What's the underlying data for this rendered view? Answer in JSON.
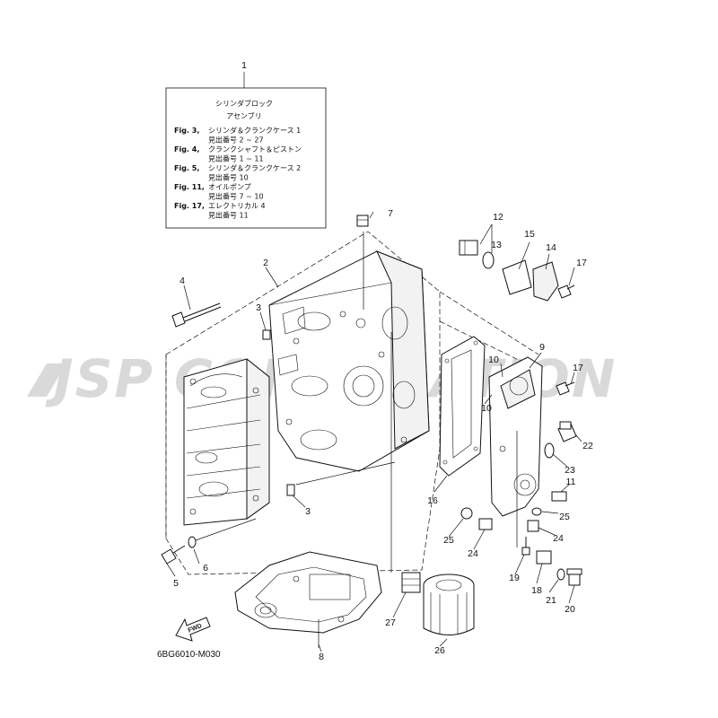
{
  "watermark": "JSP CORPORATION",
  "diagram_code": "6BG6010-M030",
  "fwd_label": "FWD",
  "legend": {
    "ref": "1",
    "title1": "シリンダブロック",
    "title2": "アセンブリ",
    "lines": [
      {
        "fig": "Fig. 3,",
        "text": "シリンダ＆クランクケース 1"
      },
      {
        "fig": "",
        "text": "見出番号 2 ~ 27"
      },
      {
        "fig": "Fig. 4,",
        "text": "クランクシャフト＆ピストン"
      },
      {
        "fig": "",
        "text": "見出番号 1 ~ 11"
      },
      {
        "fig": "Fig. 5,",
        "text": "シリンダ＆クランクケース 2"
      },
      {
        "fig": "",
        "text": "見出番号 10"
      },
      {
        "fig": "Fig. 11,",
        "text": "オイルポンプ"
      },
      {
        "fig": "",
        "text": "見出番号 7 ~ 10"
      },
      {
        "fig": "Fig. 17,",
        "text": "エレクトリカル 4"
      },
      {
        "fig": "",
        "text": "見出番号 11"
      }
    ]
  },
  "callouts": {
    "c2": "2",
    "c3a": "3",
    "c3b": "3",
    "c4": "4",
    "c5": "5",
    "c6": "6",
    "c7": "7",
    "c8": "8",
    "c9": "9",
    "c10a": "10",
    "c10b": "10",
    "c11": "11",
    "c12": "12",
    "c13": "13",
    "c14": "14",
    "c15": "15",
    "c16": "16",
    "c17a": "17",
    "c17b": "17",
    "c18": "18",
    "c19": "19",
    "c20": "20",
    "c21": "21",
    "c22": "22",
    "c23": "23",
    "c24a": "24",
    "c24b": "24",
    "c25a": "25",
    "c25b": "25",
    "c26": "26",
    "c27": "27"
  }
}
